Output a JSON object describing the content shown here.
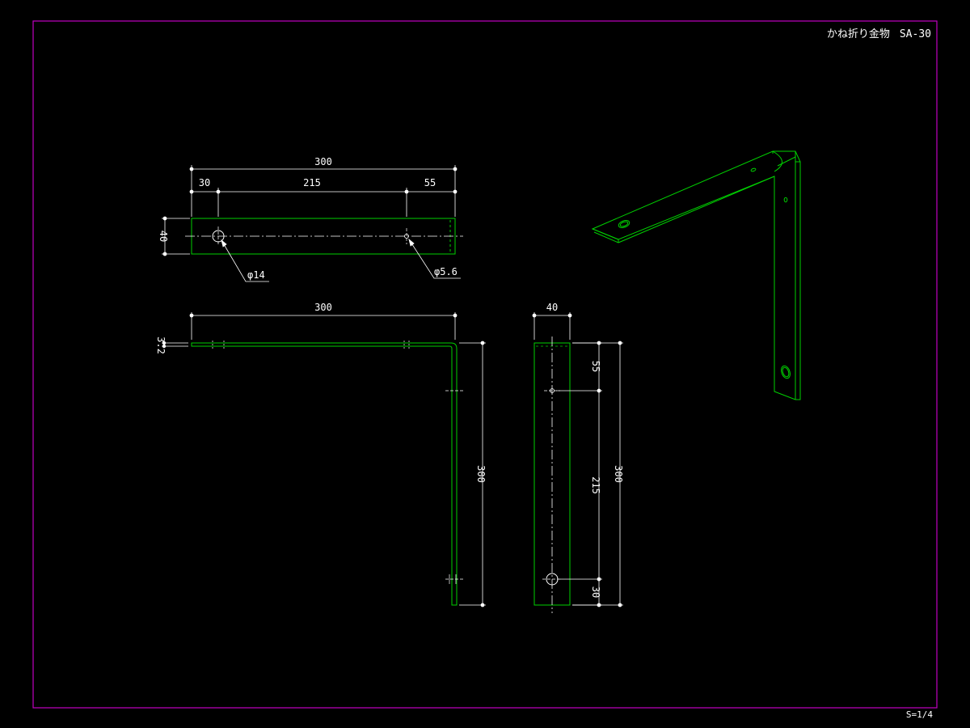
{
  "title_block": {
    "part_name": "かね折り金物",
    "part_code": "SA-30"
  },
  "scale": "S=1/4",
  "dimensions": {
    "top_overall": "300",
    "top_left": "30",
    "top_middle": "215",
    "top_right": "55",
    "top_width": "40",
    "hole_large": "φ14",
    "hole_small": "φ5.6",
    "front_overall": "300",
    "front_thickness": "3.2",
    "front_vertical": "300",
    "side_width": "40",
    "side_top": "55",
    "side_middle": "215",
    "side_bottom": "30",
    "side_overall": "300"
  },
  "colors": {
    "border": "#c000c0",
    "geometry": "#00d000",
    "dimension": "#ffffff",
    "background": "#000000"
  }
}
